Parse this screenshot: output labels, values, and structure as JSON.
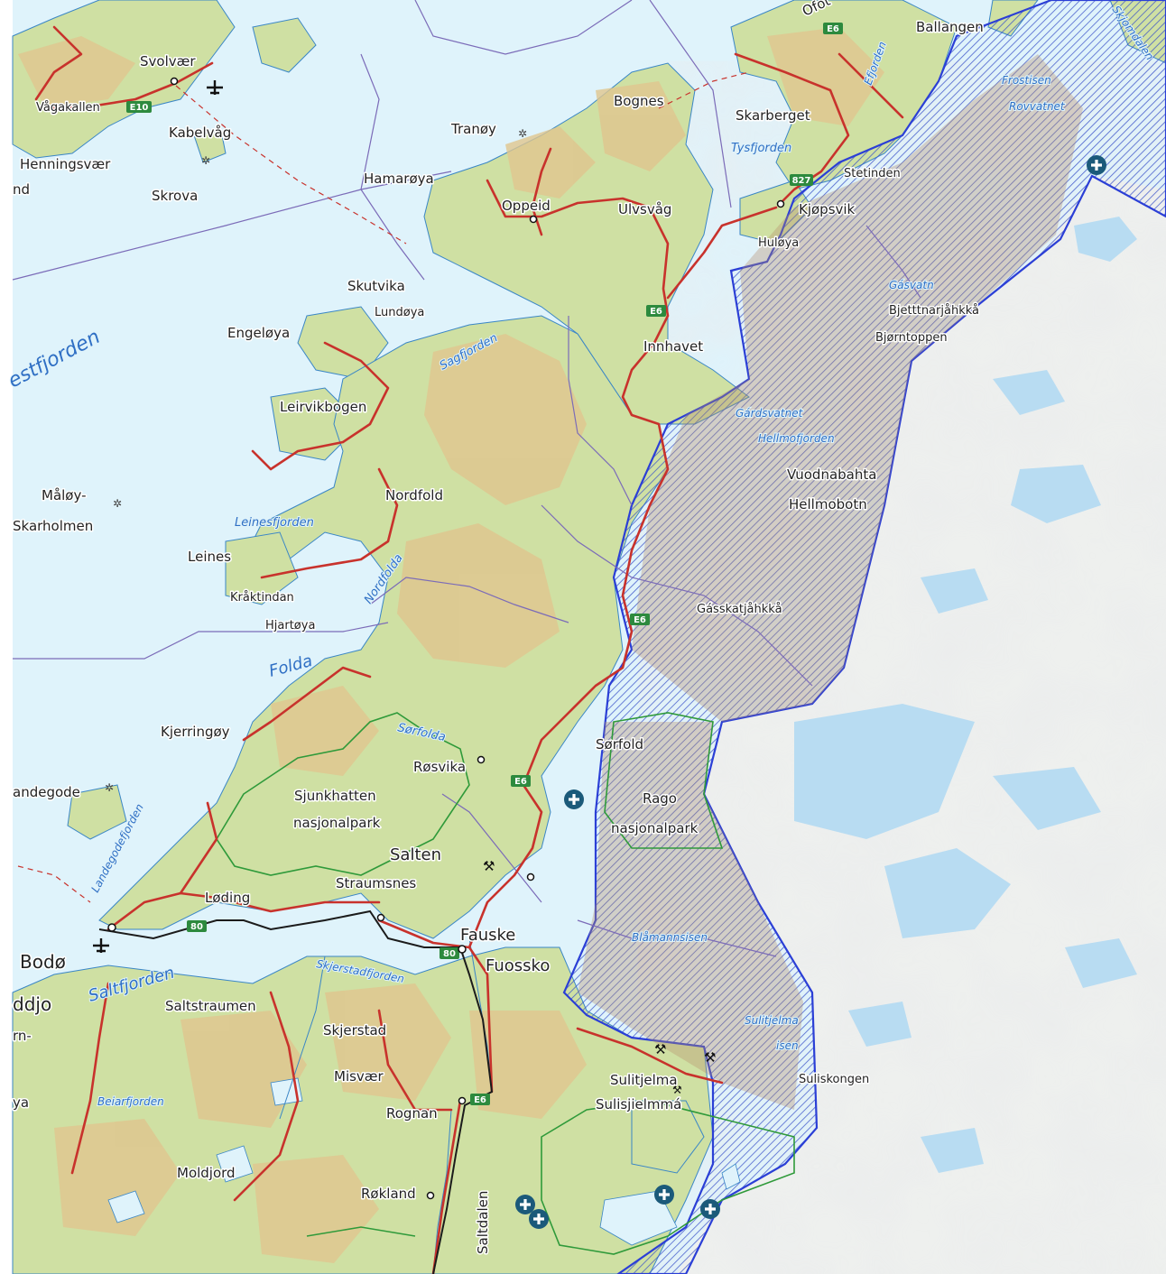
{
  "places": [
    {
      "id": "svolvaer",
      "text": "Svolvær",
      "size": "md"
    },
    {
      "id": "vagakallen",
      "text": "Vågakallen",
      "size": "sm"
    },
    {
      "id": "kabelvag",
      "text": "Kabelvåg",
      "size": "md"
    },
    {
      "id": "henningsvaer",
      "text": "Henningsvær",
      "size": "md"
    },
    {
      "id": "nd",
      "text": "nd",
      "size": "md"
    },
    {
      "id": "skrova",
      "text": "Skrova",
      "size": "md"
    },
    {
      "id": "tranoy",
      "text": "Tranøy",
      "size": "md"
    },
    {
      "id": "hamaroya",
      "text": "Hamarøya",
      "size": "md"
    },
    {
      "id": "oppeid",
      "text": "Oppeid",
      "size": "md"
    },
    {
      "id": "ulvsvag",
      "text": "Ulvsvåg",
      "size": "md"
    },
    {
      "id": "bognes",
      "text": "Bognes",
      "size": "md"
    },
    {
      "id": "ofot",
      "text": "Ofot",
      "size": "md"
    },
    {
      "id": "ballangen",
      "text": "Ballangen",
      "size": "md"
    },
    {
      "id": "skarberget",
      "text": "Skarberget",
      "size": "md"
    },
    {
      "id": "kjopsvik",
      "text": "Kjøpsvik",
      "size": "md"
    },
    {
      "id": "huloya",
      "text": "Huløya",
      "size": "sm"
    },
    {
      "id": "skutvika",
      "text": "Skutvika",
      "size": "md"
    },
    {
      "id": "lundoya",
      "text": "Lundøya",
      "size": "sm"
    },
    {
      "id": "engeloya",
      "text": "Engeløya",
      "size": "md"
    },
    {
      "id": "innhavet",
      "text": "Innhavet",
      "size": "md"
    },
    {
      "id": "leirvikbogen",
      "text": "Leirvikbogen",
      "size": "md"
    },
    {
      "id": "nordfold",
      "text": "Nordfold",
      "size": "md"
    },
    {
      "id": "maloy",
      "text": "Måløy-",
      "size": "md"
    },
    {
      "id": "skarholmen",
      "text": "Skarholmen",
      "size": "md"
    },
    {
      "id": "leines",
      "text": "Leines",
      "size": "md"
    },
    {
      "id": "kraktindan",
      "text": "Kråktindan",
      "size": "sm"
    },
    {
      "id": "hjartoya",
      "text": "Hjartøya",
      "size": "sm"
    },
    {
      "id": "kjerringoy",
      "text": "Kjerringøy",
      "size": "md"
    },
    {
      "id": "rosvika",
      "text": "Røsvika",
      "size": "md"
    },
    {
      "id": "sjunkhatten",
      "text": "Sjunkhatten",
      "size": "md"
    },
    {
      "id": "nasjonalpark1",
      "text": "nasjonalpark",
      "size": "md"
    },
    {
      "id": "salten",
      "text": "Salten",
      "size": "lg"
    },
    {
      "id": "straumsnes",
      "text": "Straumsnes",
      "size": "md"
    },
    {
      "id": "landegode",
      "text": "andegode",
      "size": "md"
    },
    {
      "id": "loding",
      "text": "Løding",
      "size": "md"
    },
    {
      "id": "bodo",
      "text": "Bodø",
      "size": "xl"
    },
    {
      "id": "fauske",
      "text": "Fauske",
      "size": "lg"
    },
    {
      "id": "fuossko",
      "text": "Fuossko",
      "size": "lg"
    },
    {
      "id": "ddjo",
      "text": "ddjo",
      "size": "xl"
    },
    {
      "id": "saltstraumen",
      "text": "Saltstraumen",
      "size": "md"
    },
    {
      "id": "rn",
      "text": "rn-",
      "size": "md"
    },
    {
      "id": "skjerstad",
      "text": "Skjerstad",
      "size": "md"
    },
    {
      "id": "misvaer",
      "text": "Misvær",
      "size": "md"
    },
    {
      "id": "rognan",
      "text": "Rognan",
      "size": "md"
    },
    {
      "id": "ya",
      "text": "ya",
      "size": "md"
    },
    {
      "id": "moldjord",
      "text": "Moldjord",
      "size": "md"
    },
    {
      "id": "rokland",
      "text": "Røkland",
      "size": "md"
    },
    {
      "id": "saltdalen",
      "text": "Saltdalen",
      "size": "md"
    },
    {
      "id": "sorfold",
      "text": "Sørfold",
      "size": "md"
    },
    {
      "id": "rago",
      "text": "Rago",
      "size": "md"
    },
    {
      "id": "nasjonalpark2",
      "text": "nasjonalpark",
      "size": "md"
    },
    {
      "id": "sulitjelma",
      "text": "Sulitjelma",
      "size": "md"
    },
    {
      "id": "sulisjielmma",
      "text": "Sulisjielmmá",
      "size": "md"
    },
    {
      "id": "suliskongen",
      "text": "Suliskongen",
      "size": "sm"
    },
    {
      "id": "vuodnabahta",
      "text": "Vuodnabahta",
      "size": "md"
    },
    {
      "id": "hellmobotn",
      "text": "Hellmobotn",
      "size": "md"
    },
    {
      "id": "gasskatjahkka",
      "text": "Gásskatjåhkkå",
      "size": "sm"
    },
    {
      "id": "bjornatjahkka",
      "text": "Bjetttnarjåhkkå",
      "size": "sm"
    },
    {
      "id": "bjorntoppen",
      "text": "Bjørntoppen",
      "size": "sm"
    },
    {
      "id": "stetinden",
      "text": "Stetinden",
      "size": "sm"
    }
  ],
  "water_labels": [
    {
      "id": "vestfjorden",
      "text": "estfjorden"
    },
    {
      "id": "sagfjorden",
      "text": "Sagfjorden"
    },
    {
      "id": "leinesfjorden",
      "text": "Leinesfjorden"
    },
    {
      "id": "nordfolda",
      "text": "Nordfolda"
    },
    {
      "id": "folda",
      "text": "Folda"
    },
    {
      "id": "sorfolda",
      "text": "Sørfolda"
    },
    {
      "id": "landegodefjorden",
      "text": "Landegodefjorden"
    },
    {
      "id": "saltfjorden",
      "text": "Saltfjorden"
    },
    {
      "id": "skjerstadfjorden",
      "text": "Skjerstadfjorden"
    },
    {
      "id": "beiarfjorden",
      "text": "Beiarfjorden"
    },
    {
      "id": "tysfjorden",
      "text": "Tysfjorden"
    },
    {
      "id": "efjorden",
      "text": "Efjorden"
    },
    {
      "id": "skjomdalen",
      "text": "Skjomdalen"
    },
    {
      "id": "gardsvatnet",
      "text": "Gárdsvatnet"
    },
    {
      "id": "hellmofjorden",
      "text": "Hellmofjorden"
    },
    {
      "id": "blamannsisen",
      "text": "Blåmannsisen"
    },
    {
      "id": "sulitjelmaisen",
      "text": "Sulitjelma"
    },
    {
      "id": "isen",
      "text": "isen"
    },
    {
      "id": "frostisen",
      "text": "Frostisen"
    },
    {
      "id": "rovatnet",
      "text": "Rovvatnet"
    },
    {
      "id": "gasvatn",
      "text": "Gásvatn"
    }
  ],
  "road_shields": [
    {
      "id": "e10",
      "text": "E10"
    },
    {
      "id": "e6_top",
      "text": "E6"
    },
    {
      "id": "r827",
      "text": "827"
    },
    {
      "id": "e6_innhavet",
      "text": "E6"
    },
    {
      "id": "e6_mid",
      "text": "E6"
    },
    {
      "id": "e6_sorfold",
      "text": "E6"
    },
    {
      "id": "r80_bodo",
      "text": "80"
    },
    {
      "id": "r80_fauske",
      "text": "80"
    },
    {
      "id": "e6_rognan",
      "text": "E6"
    }
  ],
  "colors": {
    "sea": "#dff3fb",
    "land": "#cfe0a3",
    "highland": "#e0c58f",
    "snow": "#eef0ee",
    "road": "#c8322c",
    "rail": "#1b1b1b",
    "boundary_blue": "#2b3fd6",
    "park_green": "#2f9a3a",
    "border_purple": "#7b6bb8"
  },
  "icons": [
    "airport-icon",
    "hospital-icon",
    "peak-icon",
    "mine-icon"
  ]
}
